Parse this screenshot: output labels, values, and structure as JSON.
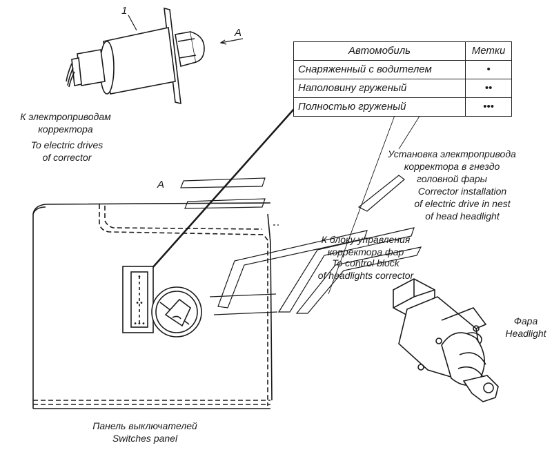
{
  "callout": {
    "part_number": "1",
    "view_arrow": "A",
    "view_label": "A"
  },
  "table": {
    "header": {
      "vehicle": "Автомобиль",
      "marks": "Метки"
    },
    "rows": [
      {
        "vehicle": "Снаряженный с водителем",
        "mark": "•"
      },
      {
        "vehicle": "Наполовину груженый",
        "mark": "••"
      },
      {
        "vehicle": "Полностью груженый",
        "mark": "•••"
      }
    ]
  },
  "labels": {
    "to_drives_ru": [
      "К электроприводам",
      "корректора"
    ],
    "to_drives_en": [
      "To electric drives",
      "of corrector"
    ],
    "installation_ru": [
      "Установка электропривода",
      "корректора в гнездо",
      "головной фары"
    ],
    "installation_en": [
      "Corrector installation",
      "of electric drive in nest",
      "of head headlight"
    ],
    "control_ru": [
      "К блоку управления",
      "корректора фар"
    ],
    "control_en": [
      "To control block",
      "of headlights corrector"
    ],
    "headlight_ru": "Фара",
    "headlight_en": "Headlight",
    "panel_ru": "Панель выключателей",
    "panel_en": "Switches panel"
  },
  "switch_marks": [
    "•",
    "••",
    "•••"
  ]
}
